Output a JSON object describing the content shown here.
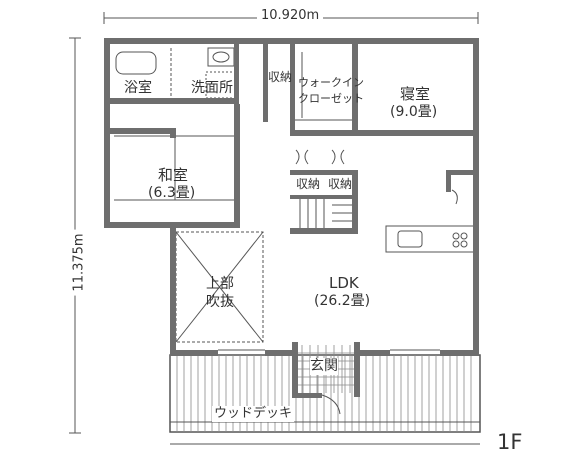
{
  "dimensions": {
    "width": "10.920m",
    "depth": "11.375m"
  },
  "floor_label": "1F",
  "rooms": {
    "bath": "浴室",
    "washroom": "洗面所",
    "storage_top": "収納",
    "walk_in_closet_line1": "ウォークイン",
    "walk_in_closet_line2": "クローゼット",
    "bedroom_name": "寝室",
    "bedroom_size": "(9.0畳)",
    "washitsu_name": "和室",
    "washitsu_size": "(6.3畳)",
    "storage_mid_left": "収納",
    "storage_mid_right": "収納",
    "void_line1": "上部",
    "void_line2": "吹抜",
    "ldk_name": "LDK",
    "ldk_size": "(26.2畳)",
    "entrance": "玄関",
    "wood_deck": "ウッドデッキ"
  }
}
